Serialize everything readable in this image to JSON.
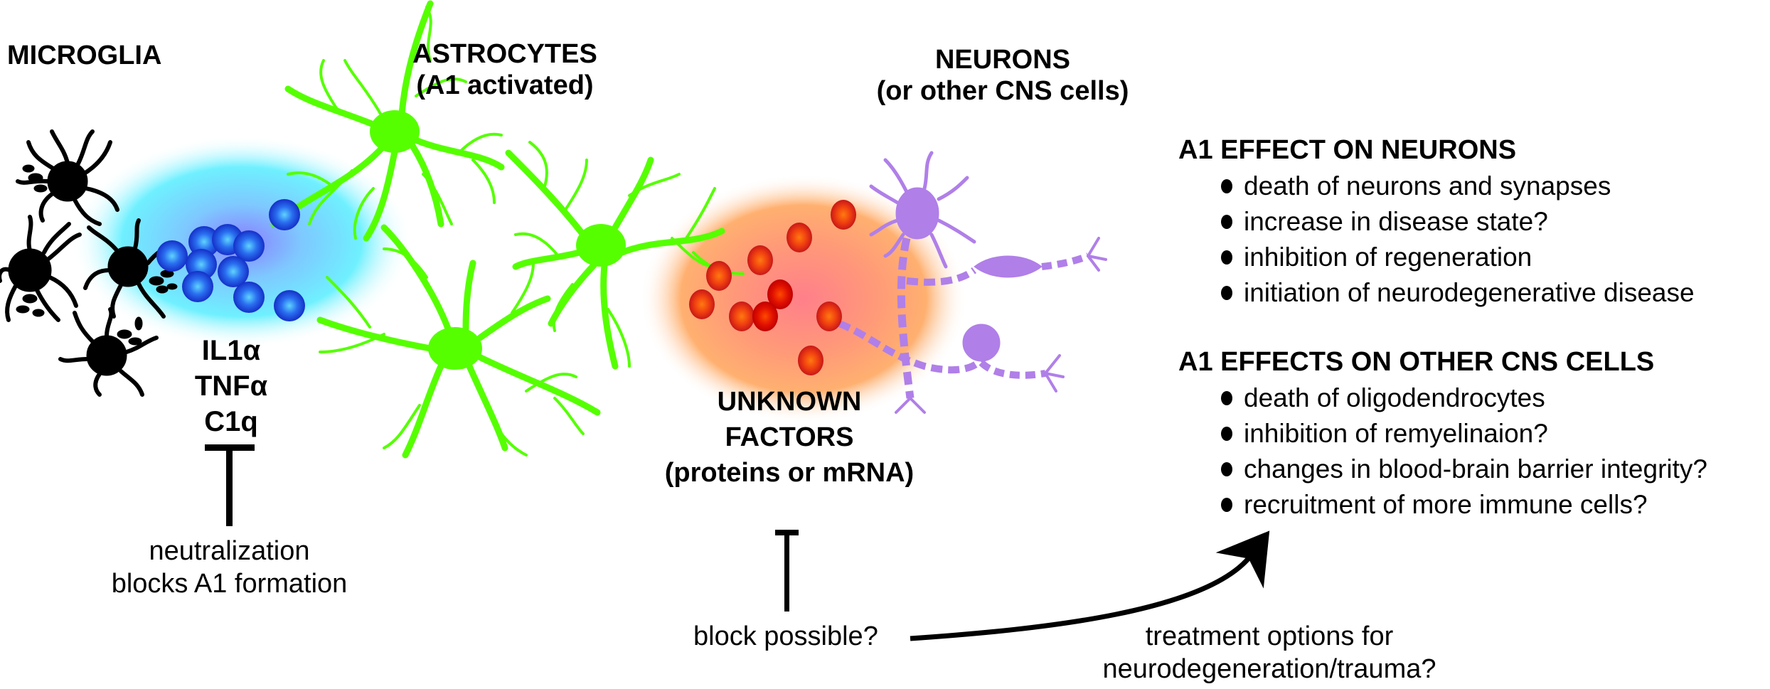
{
  "headers": {
    "microglia": "MICROGLIA",
    "astrocytes_line1": "ASTROCYTES",
    "astrocytes_line2": "(A1 activated)",
    "neurons_line1": "NEURONS",
    "neurons_line2": "(or other CNS cells)"
  },
  "cytokines": [
    "IL1α",
    "TNFα",
    "C1q"
  ],
  "neutralization": {
    "line1": "neutralization",
    "line2": "blocks A1 formation"
  },
  "unknown_factors": {
    "line1": "UNKNOWN",
    "line2": "FACTORS",
    "line3": "(proteins or mRNA)"
  },
  "block_label": "block possible?",
  "treatment": {
    "line1": "treatment options for",
    "line2": "neurodegeneration/trauma?"
  },
  "effects_neurons": {
    "title": "A1 EFFECT ON NEURONS",
    "items": [
      "death of neurons and synapses",
      "increase in disease state?",
      "inhibition of regeneration",
      "initiation of neurodegenerative disease"
    ]
  },
  "effects_other": {
    "title": "A1 EFFECTS ON OTHER CNS CELLS",
    "items": [
      "death of oligodendrocytes",
      "inhibition of remyelinaion?",
      "changes in blood-brain barrier integrity?",
      "recruitment of more immune cells?"
    ]
  },
  "colors": {
    "microglia": "#000000",
    "astrocyte": "#55ff00",
    "neuron": "#b07fe8",
    "cytokine_ball": "#1a4fe0",
    "cytokine_glow": "#66f0ff",
    "factor_ball": "#ee3a10",
    "factor_glow": "#ffa060"
  }
}
